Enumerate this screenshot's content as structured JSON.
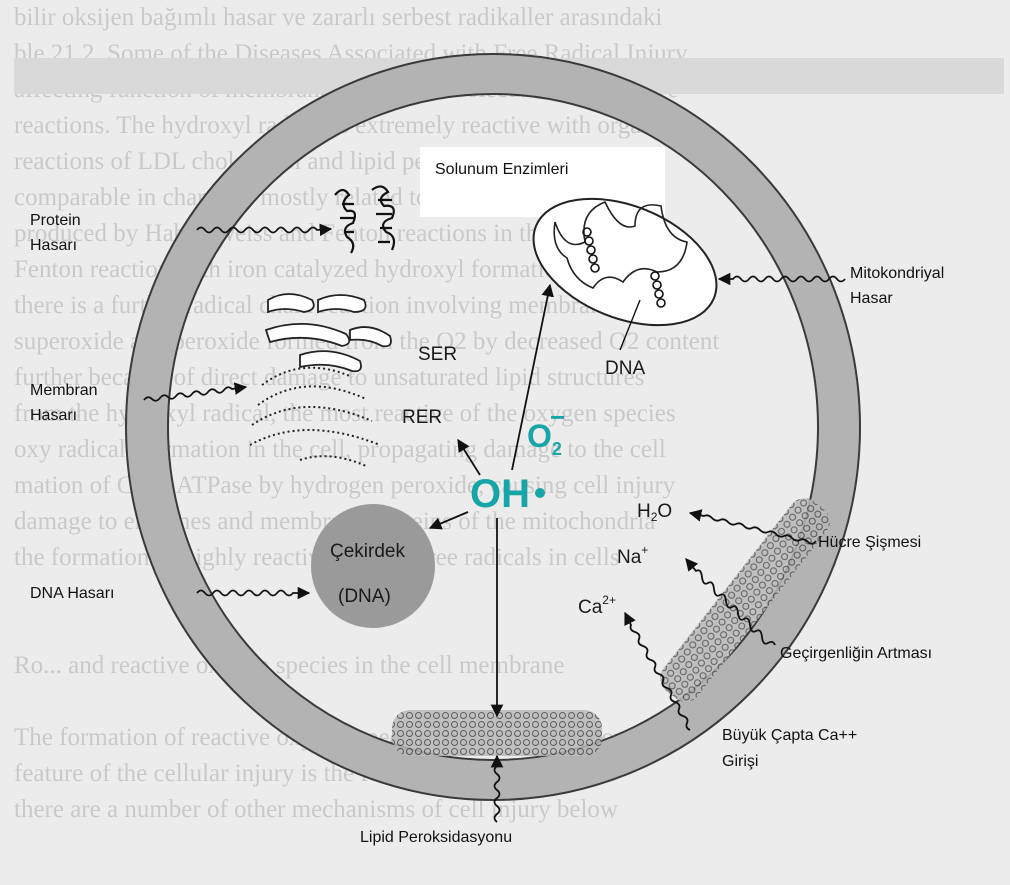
{
  "labels": {
    "solunum_enzimleri": "Solunum Enzimleri",
    "protein_hasari_1": "Protein",
    "protein_hasari_2": "Hasarı",
    "mitokondriyal_1": "Mitokondriyal",
    "mitokondriyal_2": "Hasar",
    "membran_1": "Membran",
    "membran_2": "Hasarı",
    "dna_hasari": "DNA Hasarı",
    "hucre_sismesi": "Hücre Şişmesi",
    "gecirgenlik": "Geçirgenliğin Artması",
    "ca_girisi_1": "Büyük Çapta Ca++",
    "ca_girisi_2": "Girişi",
    "lipid": "Lipid Peroksidasyonu"
  },
  "organelles": {
    "ser": "SER",
    "rer": "RER",
    "dna_mito": "DNA",
    "cekirdek": "Çekirdek",
    "dna_nucleus": "(DNA)"
  },
  "molecules": {
    "oh": "OH",
    "o2": "O",
    "o2_sub": "2",
    "o2_sup": "−",
    "h2o_h": "H",
    "h2o_2": "2",
    "h2o_o": "O",
    "na": "Na",
    "na_sup": "+",
    "ca": "Ca",
    "ca_sup": "2+"
  },
  "background_text": [
    "bilir oksijen bağımlı hasar ve zararlı serbest radikaller arasındaki",
    "ble 21.2. Some of the Diseases Associated with Free Radical Injury",
    "affecting function of membranes and other molecules by oxidative",
    "reactions. The hydroxyl radical is extremely reactive with organic",
    "reactions of LDL cholesterol and lipid peroxidation products",
    "comparable in character mostly related to one another",
    "produced by Haber-Weiss and Fenton reactions in the cell",
    "Fenton reaction with iron catalyzed hydroxyl formation in tissues",
    "there is a further radical chain reaction involving membranes",
    "superoxide and peroxide formed from the O2 by decreased O2 content",
    "further because of direct damage to unsaturated lipid structures",
    "from the hydroxyl radical, the most reactive of the oxygen species",
    "oxy radicals formation in the cell, propagating damage to the cell",
    "mation of Ca2+ ATPase by hydrogen peroxide, causing cell injury",
    "damage to enzymes and membrane proteins of the mitochondria",
    "the formation of highly reactive organic free radicals in cells",
    "",
    "",
    "Ro...          and reactive oxygen species in the cell membrane",
    "",
    "The formation of reactive oxygen species (ROS) in mitochondria",
    "feature of the cellular injury is the formation of free radicals",
    "there are a number of other mechanisms of cell injury below"
  ]
}
